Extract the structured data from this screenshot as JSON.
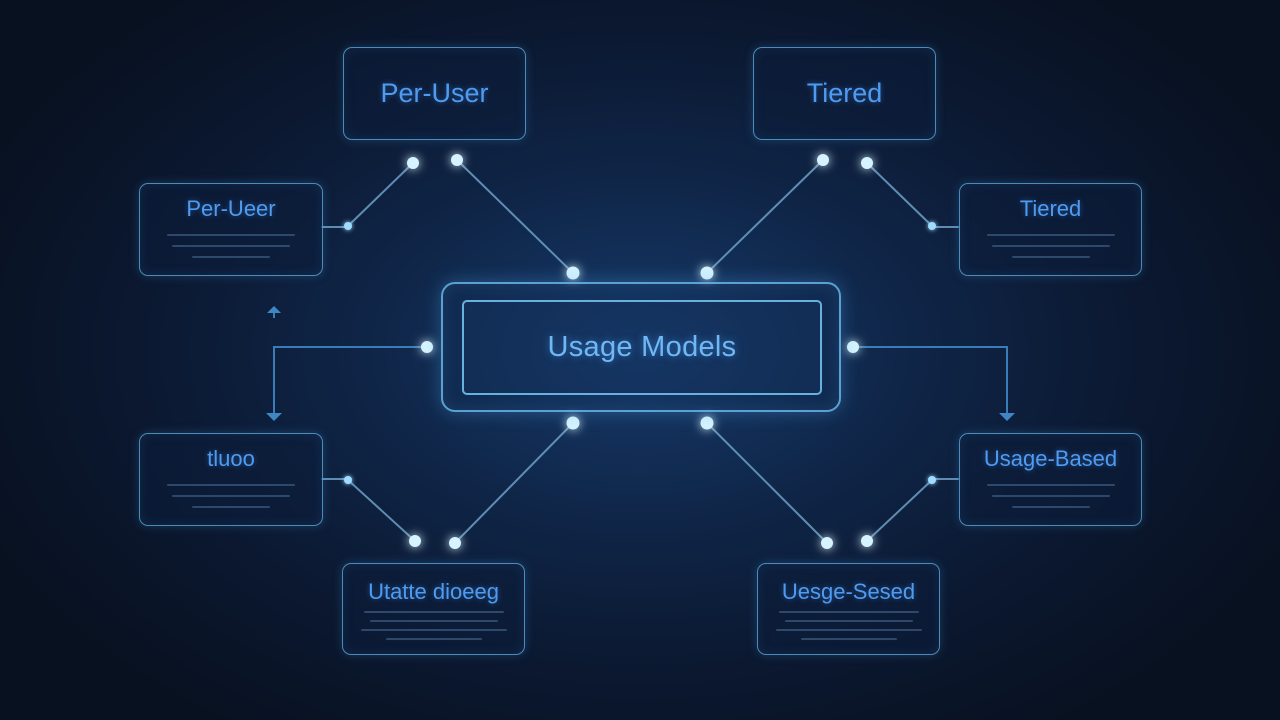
{
  "diagram": {
    "center": {
      "title": "Usage Models"
    },
    "nodes": [
      {
        "id": "top-left",
        "title": "Per-User"
      },
      {
        "id": "top-right",
        "title": "Tiered"
      },
      {
        "id": "upper-left",
        "title": "Per-Ueer"
      },
      {
        "id": "upper-right",
        "title": "Tiered"
      },
      {
        "id": "lower-left",
        "title": "tluoo"
      },
      {
        "id": "lower-right",
        "title": "Usage-Based"
      },
      {
        "id": "bottom-left",
        "title": "Utatte dioeeg"
      },
      {
        "id": "bottom-right",
        "title": "Uesge-Sesed"
      }
    ]
  },
  "colors": {
    "background": "#0a1322",
    "accent_text": "#4f9bf0",
    "connector": "#5fa9dc",
    "glow_dot": "#bfe9ff"
  }
}
